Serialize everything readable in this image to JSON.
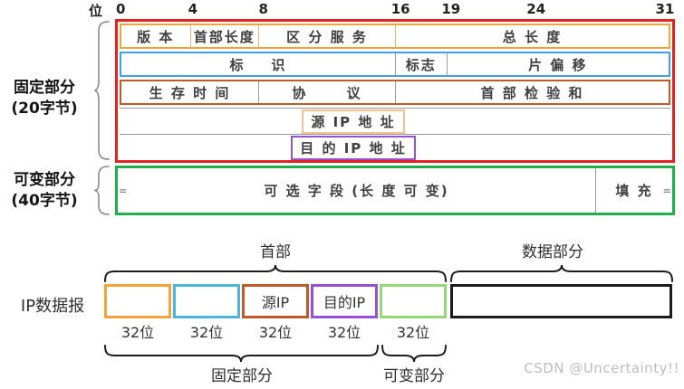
{
  "ruler": {
    "bit_label": "位",
    "ticks": [
      "0",
      "4",
      "8",
      "16",
      "19",
      "24",
      "31"
    ]
  },
  "side_labels": {
    "fixed": {
      "line1": "固定部分",
      "line2": "(20字节)"
    },
    "variable": {
      "line1": "可变部分",
      "line2": "(40字节)"
    }
  },
  "header_rows": {
    "row1": [
      "版 本",
      "首部长度",
      "区 分 服 务",
      "总 长 度"
    ],
    "row2": [
      "标    识",
      "标志",
      "片 偏 移"
    ],
    "row3": [
      "生 存 时 间",
      "协      议",
      "首 部 检 验 和"
    ],
    "row4": "源 IP 地 址",
    "row5": "目 的 IP 地 址",
    "row6": {
      "optional": "可 选 字 段 (长 度 可 变)",
      "padding": "填 充"
    }
  },
  "icons": {
    "break_mark": "="
  },
  "bottom": {
    "datagram_label": "IP数据报",
    "header_brace_label": "首部",
    "data_brace_label": "数据部分",
    "boxes": [
      "",
      "",
      "源IP",
      "目的IP",
      ""
    ],
    "bit_labels": [
      "32位",
      "32位",
      "32位",
      "32位",
      "32位"
    ],
    "fixed_brace_label": "固定部分",
    "variable_brace_label": "可变部分"
  },
  "watermark": "CSDN @Uncertainty!!",
  "colors": {
    "outer_fixed_border": "#e42320",
    "row1_border": "#f2a33a",
    "row2_border": "#3ea2e5",
    "row3_border": "#c05a28",
    "src_ip_border": "#f7c08c",
    "dst_ip_border": "#9551d4",
    "variable_border": "#1faf4b",
    "box2_border": "#4ab7d8",
    "box5_border": "#93d976"
  }
}
